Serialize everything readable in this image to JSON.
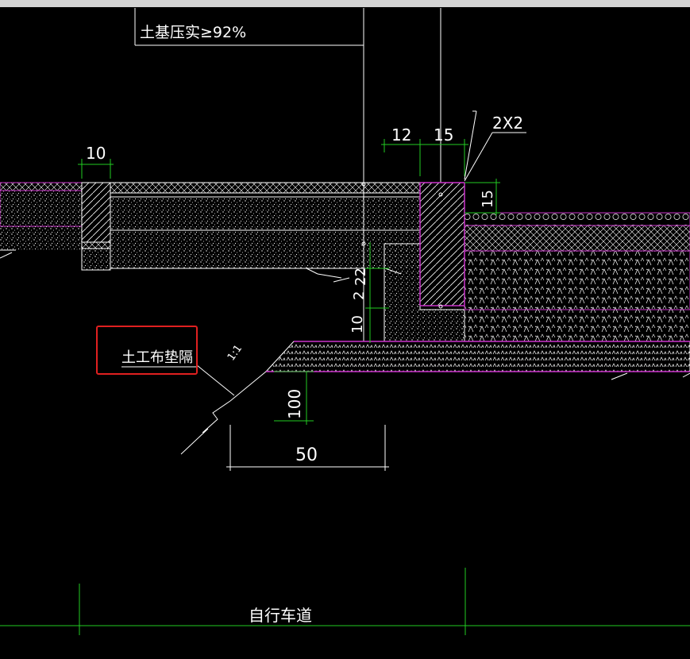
{
  "labels": {
    "compaction_note": "土基压实≥92%",
    "geotextile_note": "土工布垫隔",
    "lane_name": "自行车道",
    "slope": "1:1"
  },
  "dimensions": {
    "d_10_top": "10",
    "d_12": "12",
    "d_15_top": "15",
    "d_2x2": "2X2",
    "d_15_right": "15",
    "d_22": "22",
    "d_2": "2",
    "d_10_vertical": "10",
    "d_100": "100",
    "d_50": "50"
  },
  "colors": {
    "background": "#000000",
    "line": "#ffffff",
    "layer_outline": "#cc33cc",
    "dimension": "#22cc22",
    "callout_border": "#e02020"
  }
}
